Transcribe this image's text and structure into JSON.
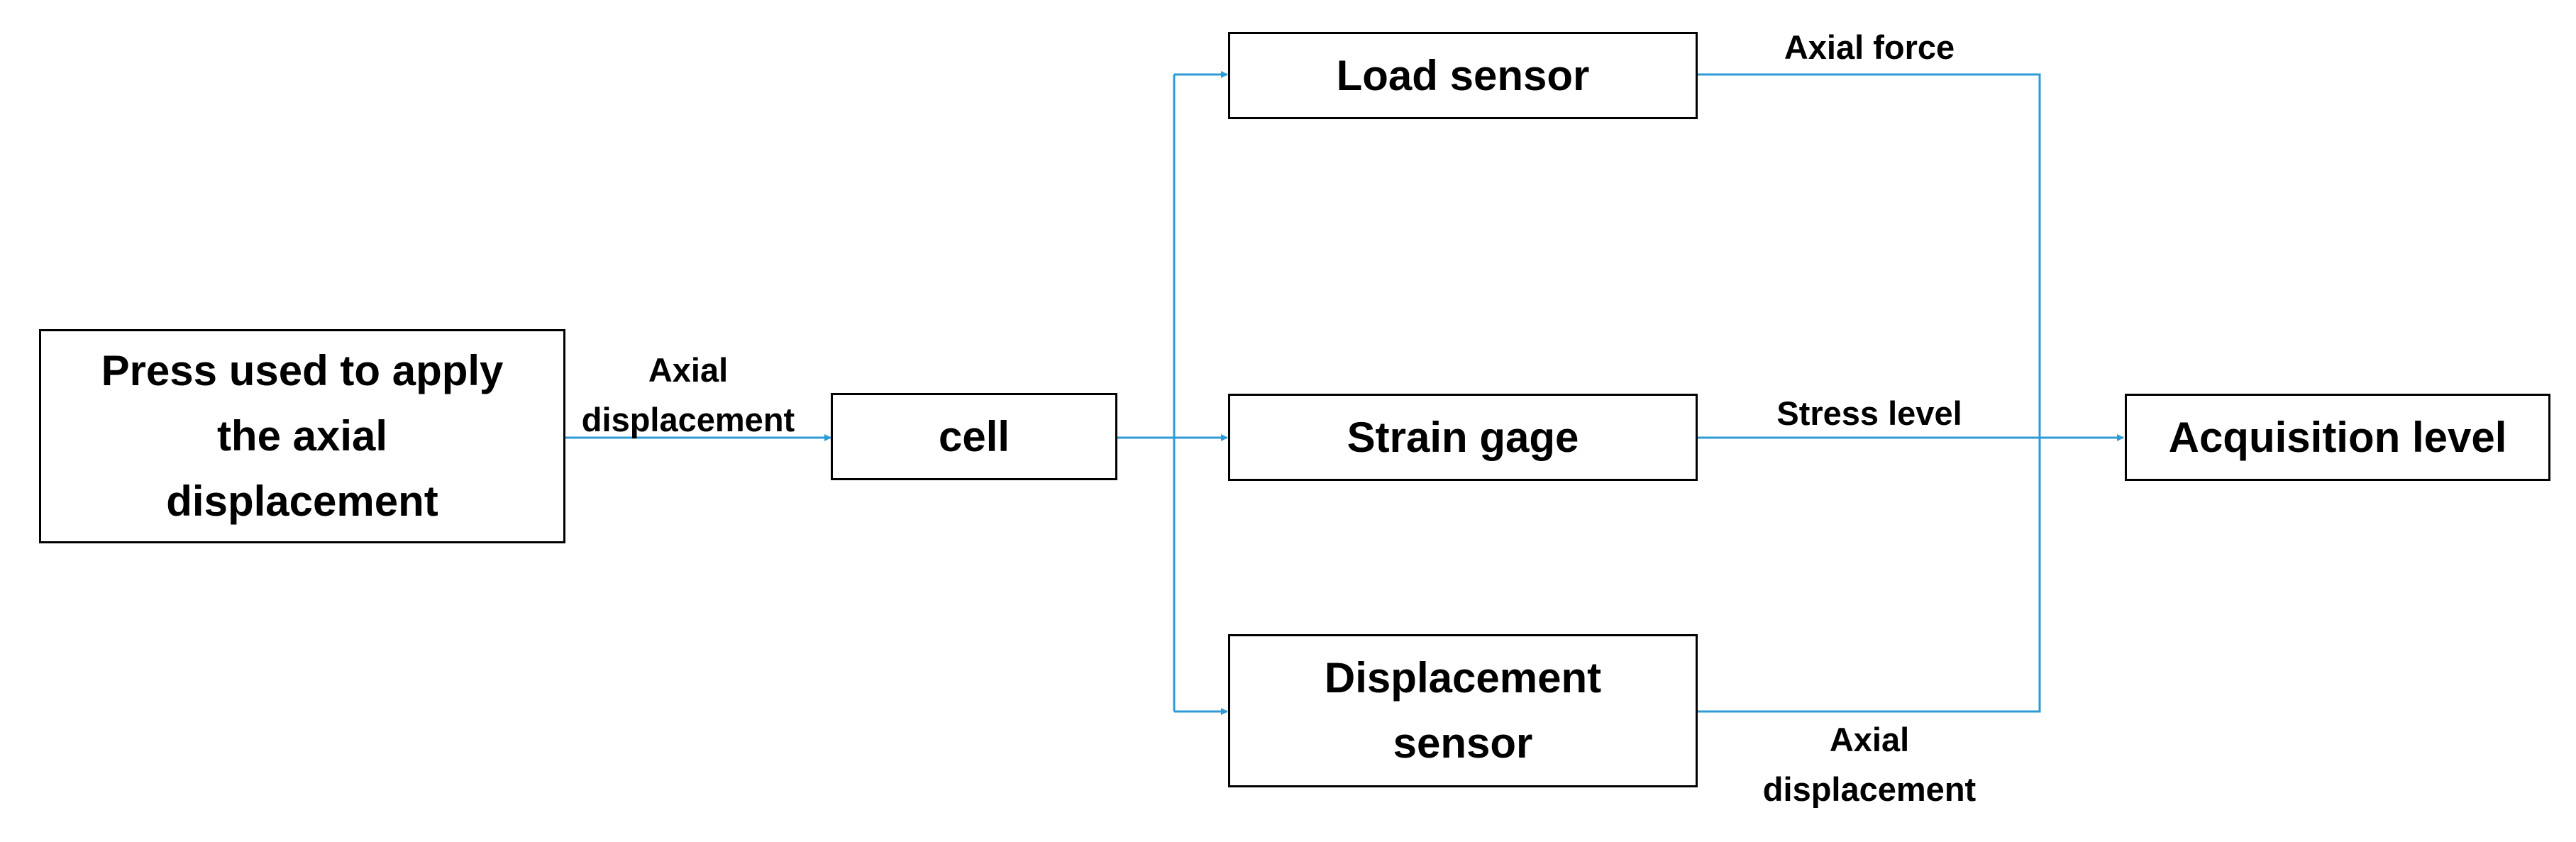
{
  "diagram": {
    "nodes": {
      "press": "Press used to apply\nthe axial\ndisplacement",
      "cell": "cell",
      "load_sensor": "Load sensor",
      "strain_gage": "Strain gage",
      "displacement_sensor": "Displacement\nsensor",
      "acquisition": "Acquisition level"
    },
    "edge_labels": {
      "press_to_cell": "Axial\ndisplacement",
      "load_out": "Axial force",
      "strain_out": "Stress level",
      "displacement_out": "Axial\ndisplacement"
    },
    "colors": {
      "connector": "#2e9bd6",
      "box_border": "#000000"
    }
  }
}
